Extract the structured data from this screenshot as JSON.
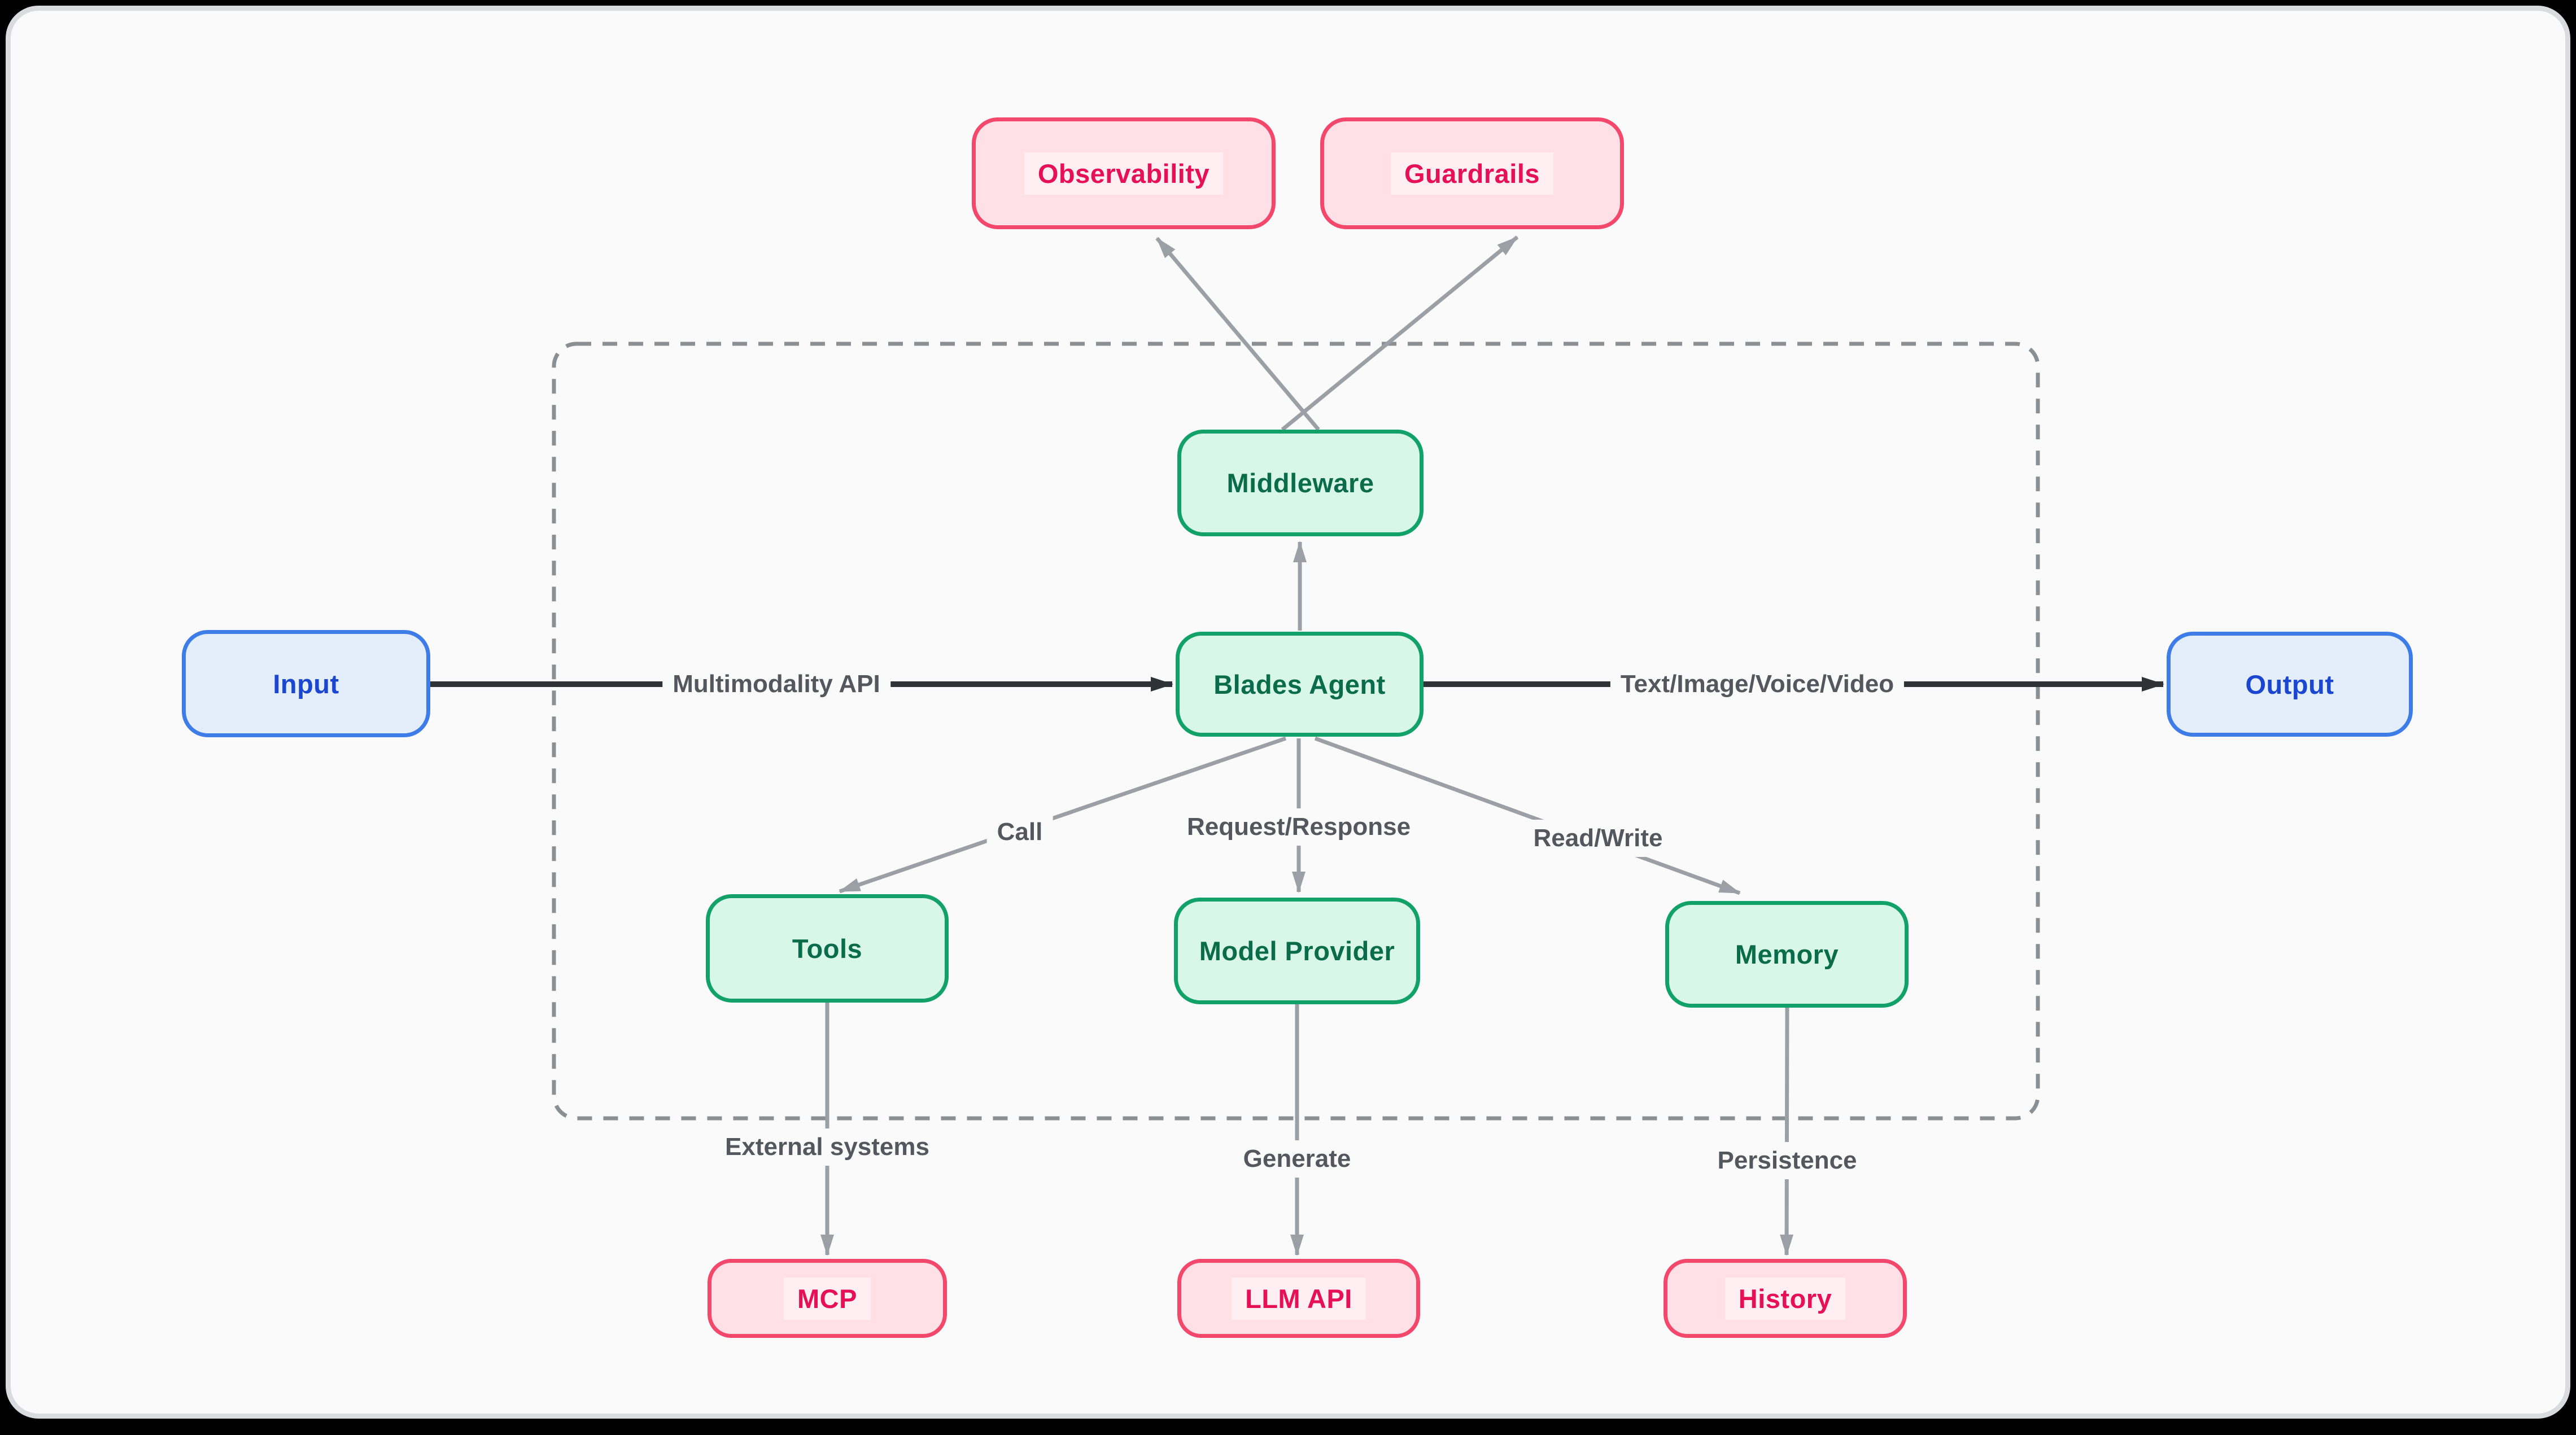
{
  "diagram": {
    "nodes": {
      "observability": {
        "label": "Observability"
      },
      "guardrails": {
        "label": "Guardrails"
      },
      "middleware": {
        "label": "Middleware"
      },
      "blades_agent": {
        "label": "Blades Agent"
      },
      "input": {
        "label": "Input"
      },
      "output": {
        "label": "Output"
      },
      "tools": {
        "label": "Tools"
      },
      "model_provider": {
        "label": "Model Provider"
      },
      "memory": {
        "label": "Memory"
      },
      "mcp": {
        "label": "MCP"
      },
      "llm_api": {
        "label": "LLM API"
      },
      "history": {
        "label": "History"
      }
    },
    "edge_labels": {
      "multimodality_api": "Multimodality API",
      "text_image_voice_video": "Text/Image/Voice/Video",
      "call": "Call",
      "request_response": "Request/Response",
      "read_write": "Read/Write",
      "external_systems": "External systems",
      "generate": "Generate",
      "persistence": "Persistence"
    },
    "colors": {
      "page_background": "#FAFAFB",
      "frame_border": "#D9DBDE",
      "green_fill": "#D9F7E9",
      "green_border": "#12A269",
      "green_text": "#0A6C4A",
      "pink_fill": "#FFE0E7",
      "pink_border": "#F3476B",
      "pink_text": "#E61056",
      "blue_fill": "#E4EEFB",
      "blue_border": "#3E7CE8",
      "blue_text": "#1B46D0",
      "gray_edge": "#9BA0A6",
      "dark_edge": "#2F3338",
      "dashed_container": "#8A8F94",
      "edge_label_text": "#54585E"
    }
  }
}
